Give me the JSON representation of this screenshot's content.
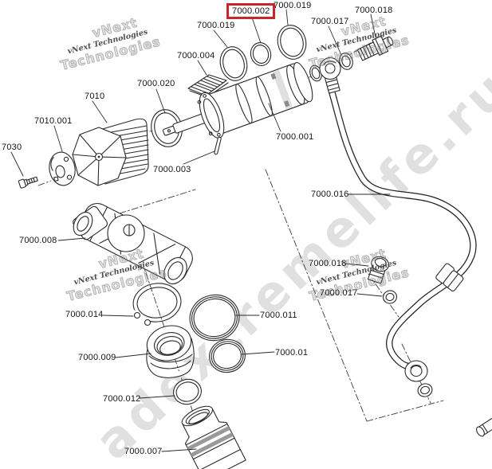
{
  "page": {
    "background": "#ffffff"
  },
  "highlight": {
    "part": "7000.002",
    "box_color": "#c9252c"
  },
  "labels": [
    {
      "text": "7000.002",
      "highlighted": true
    },
    {
      "text": "7000.019"
    },
    {
      "text": "7000.018"
    },
    {
      "text": "7000.019"
    },
    {
      "text": "7000.017"
    },
    {
      "text": "7000.004"
    },
    {
      "text": "7000.020"
    },
    {
      "text": "7010"
    },
    {
      "text": "7010.001"
    },
    {
      "text": "7030"
    },
    {
      "text": "7000.001"
    },
    {
      "text": "7000.003"
    },
    {
      "text": "7000.016"
    },
    {
      "text": "7000.008"
    },
    {
      "text": "7000.018"
    },
    {
      "text": "7000.017"
    },
    {
      "text": "7000.014"
    },
    {
      "text": "7000.011"
    },
    {
      "text": "7000.01"
    },
    {
      "text": "7000.009"
    },
    {
      "text": "7000.012"
    },
    {
      "text": "7000.007"
    }
  ],
  "watermarks": {
    "vnext_line1": "vNext",
    "vnext_full": "vNext Technologies",
    "vnext_line2": "Technologies",
    "diagonal": "adextremelife.ru"
  }
}
